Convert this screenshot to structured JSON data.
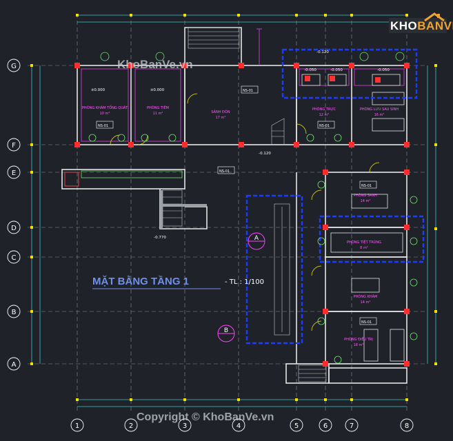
{
  "watermark": {
    "top": "KhoBanVe.vn",
    "bottom": "Copyright © KhoBanVe.vn"
  },
  "logo": {
    "kho": "KHO",
    "banve": "BANVE"
  },
  "title": {
    "main": "MẶT BẰNG TẦNG 1",
    "scale": "- TL : 1/100"
  },
  "grid": {
    "rows": [
      "G",
      "F",
      "E",
      "D",
      "C",
      "B",
      "A"
    ],
    "cols": [
      "1",
      "2",
      "3",
      "4",
      "5",
      "6",
      "7",
      "8"
    ]
  },
  "rooms": [
    {
      "name": "PHÒNG KHÁM TỔNG QUÁT",
      "area": "10 m²"
    },
    {
      "name": "PHÒNG TIÊM",
      "area": "11 m²"
    },
    {
      "name": "SẢNH ĐÓN",
      "area": "17 m²"
    },
    {
      "name": "PHÒNG TRỰC",
      "area": "12 m²"
    },
    {
      "name": "PHÒNG LƯU SAU SINH",
      "area": "16 m²"
    },
    {
      "name": "PHÒNG SANH",
      "area": "14 m²"
    },
    {
      "name": "PHÒNG TIỆT TRÙNG",
      "area": "8 m²"
    },
    {
      "name": "PHÒNG KHÁM",
      "area": "14 m²"
    },
    {
      "name": "PHÒNG ĐIỀU TRỊ",
      "area": "18 m²"
    }
  ],
  "levels": [
    "±0.000",
    "±0.000",
    "-0.120",
    "-0.050",
    "-0.050",
    "-0.050",
    "-0.120",
    "-0.770"
  ],
  "tags": [
    "NS-01",
    "NS-01",
    "NS-01",
    "NS-01",
    "NS-01",
    "NS-01"
  ],
  "sections": [
    "A",
    "B"
  ]
}
